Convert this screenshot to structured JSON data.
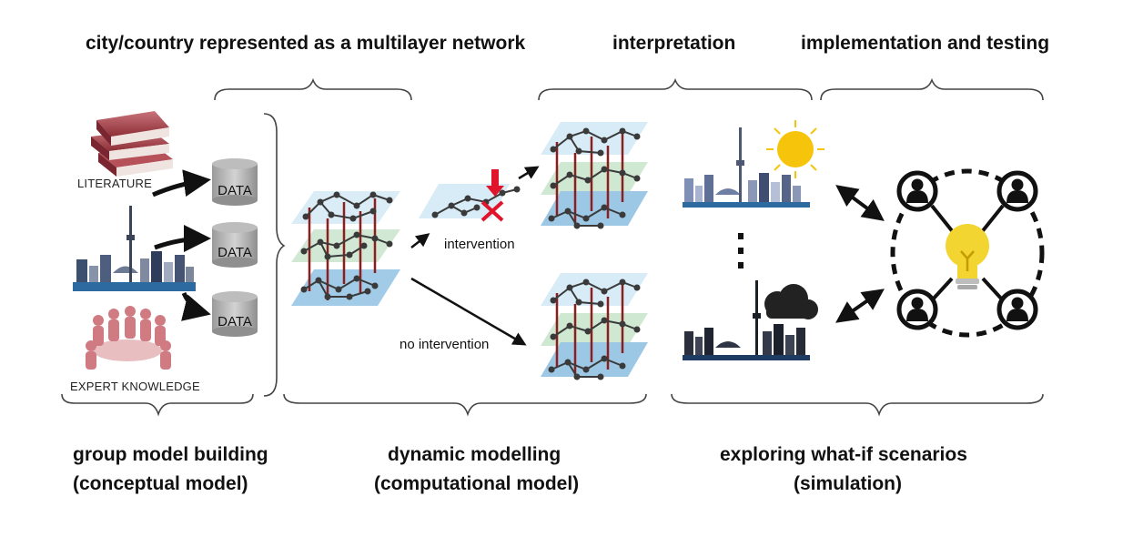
{
  "headings": {
    "top_left": "city/country represented as a multilayer network",
    "top_mid": "interpretation",
    "top_right": "implementation and testing",
    "bottom_left_1": "group model building",
    "bottom_left_2": " (conceptual model)",
    "bottom_mid_1": "dynamic modelling",
    "bottom_mid_2": "(computational model)",
    "bottom_right_1": "exploring what-if scenarios",
    "bottom_right_2": "(simulation)"
  },
  "sources": {
    "literature": "LITERATURE",
    "expert": "EXPERT KNOWLEDGE"
  },
  "data_stores": [
    "DATA",
    "DATA",
    "DATA"
  ],
  "branches": {
    "intervention": "intervention",
    "no_intervention": "no intervention"
  },
  "colors": {
    "layer_top": "#d8ecf7",
    "layer_mid": "#cfe8d2",
    "layer_bottom": "#9cc8e6",
    "node": "#3a3a3a",
    "pillar": "#8b1f1f",
    "cross": "#e0142a",
    "sun": "#f6c40a",
    "bulb": "#f3d531"
  }
}
